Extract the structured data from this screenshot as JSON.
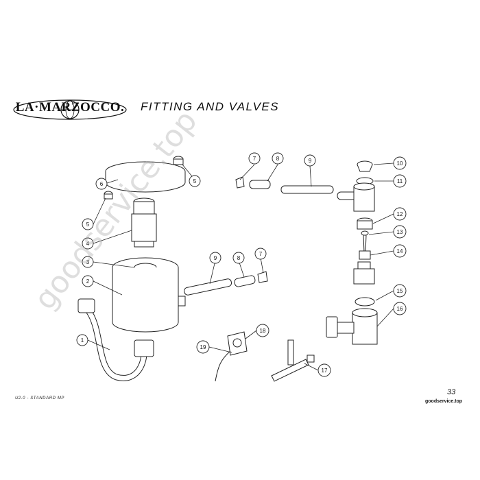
{
  "brand": {
    "name": "LA·MARZOCCO."
  },
  "header": {
    "title": "FITTING AND VALVES"
  },
  "callouts": [
    "6",
    "5",
    "5",
    "4",
    "3",
    "2",
    "1",
    "7",
    "8",
    "9",
    "10",
    "11",
    "12",
    "13",
    "14",
    "15",
    "16",
    "9",
    "8",
    "7",
    "18",
    "19",
    "17"
  ],
  "watermark": "goodservice.top",
  "footer": {
    "model": "U2.0 - STANDARD MP",
    "page_number": "33",
    "site": "goodservice.top"
  },
  "colors": {
    "line": "#222222",
    "background": "#ffffff"
  }
}
